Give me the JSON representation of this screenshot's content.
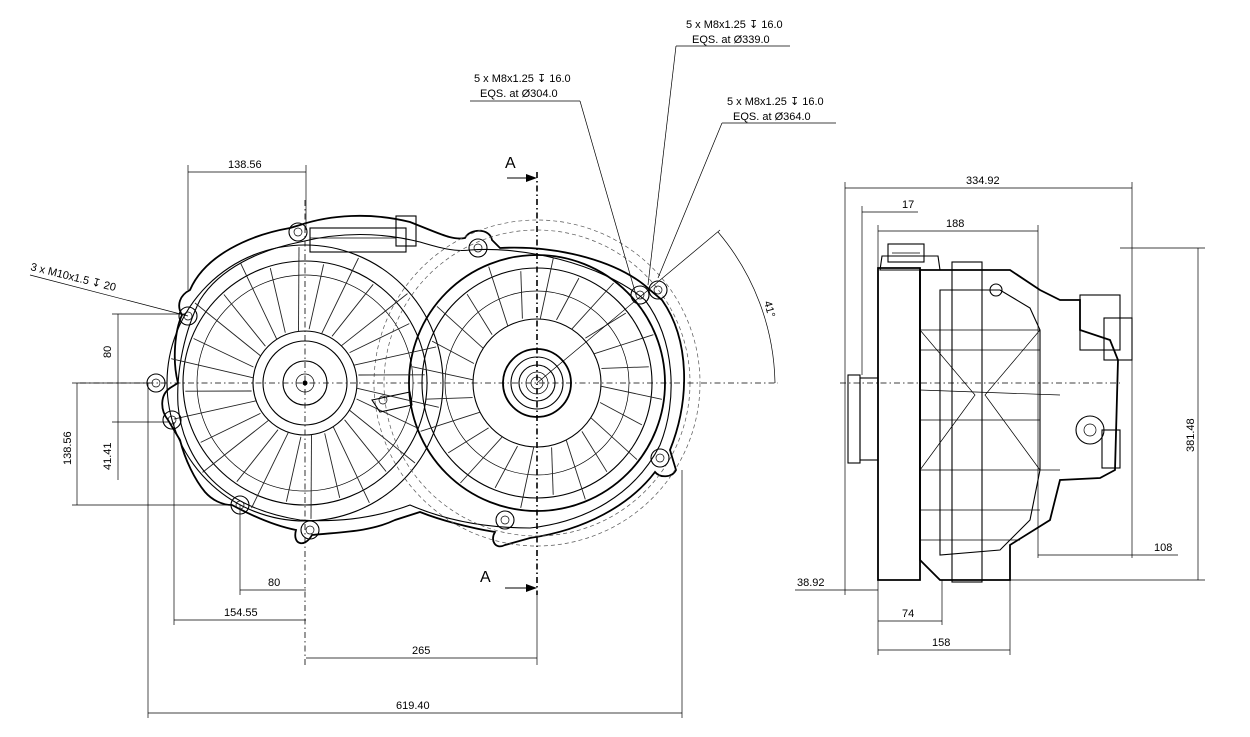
{
  "section": {
    "label_top": "A",
    "label_bottom": "A"
  },
  "callouts": {
    "m10": "3 x M10x1.5 ↧ 20",
    "c304_line1": "5 x M8x1.25 ↧ 16.0",
    "c304_line2": "EQS. at Ø304.0",
    "c339_line1": "5 x M8x1.25 ↧ 16.0",
    "c339_line2": "EQS. at Ø339.0",
    "c364_line1": "5 x M8x1.25 ↧ 16.0",
    "c364_line2": "EQS. at Ø364.0"
  },
  "front_dims": {
    "d138_56_top": "138.56",
    "d80_v": "80",
    "d138_56_v": "138.56",
    "d41_41": "41.41",
    "d80_h": "80",
    "d154_55": "154.55",
    "d265": "265",
    "d619_40": "619.40",
    "angle_41": "41°"
  },
  "side_dims": {
    "d334_92": "334.92",
    "d17": "17",
    "d188": "188",
    "d381_48": "381.48",
    "d108": "108",
    "d38_92": "38.92",
    "d74": "74",
    "d158": "158"
  }
}
